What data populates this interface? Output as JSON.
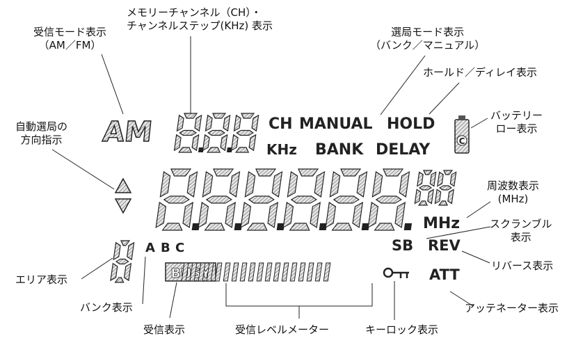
{
  "callouts": {
    "receive_mode": {
      "line1": "受信モード表示",
      "line2": "（AM／FM）"
    },
    "memory_channel": {
      "line1": "メモリーチャンネル（CH）・",
      "line2": "チャンネルステップ(KHz) 表示"
    },
    "scan_mode": {
      "line1": "選局モード表示",
      "line2": "（バンク／マニュアル）"
    },
    "hold_delay": {
      "line1": "ホールド／ディレイ表示"
    },
    "battery_low": {
      "line1": "バッテリー",
      "line2": "ロー表示"
    },
    "scan_direction": {
      "line1": "自動選局の",
      "line2": "方向指示"
    },
    "frequency": {
      "line1": "周波数表示",
      "line2": "(MHz)"
    },
    "scramble": {
      "line1": "スクランブル",
      "line2": "表示"
    },
    "reverse": {
      "line1": "リバース表示"
    },
    "area": {
      "line1": "エリア表示"
    },
    "bank": {
      "line1": "バンク表示"
    },
    "receive": {
      "line1": "受信表示"
    },
    "level_meter": {
      "line1": "受信レベルメーター"
    },
    "key_lock": {
      "line1": "キーロック表示"
    },
    "attenuator": {
      "line1": "アッテネーター表示"
    }
  },
  "lcd": {
    "mode_text": "AM",
    "ch": "CH",
    "khz": "KHz",
    "manual": "MANUAL",
    "bank": "BANK",
    "hold": "HOLD",
    "delay": "DELAY",
    "battery_letter": "C",
    "mhz": "MHz",
    "sb": "SB",
    "rev": "REV",
    "bank_a": "A",
    "bank_b": "B",
    "bank_c": "C",
    "busy": "BUSY",
    "att": "ATT"
  },
  "colors": {
    "ink": "#111111",
    "segment_fill": "#cfcfcf",
    "segment_stroke": "#222222"
  }
}
